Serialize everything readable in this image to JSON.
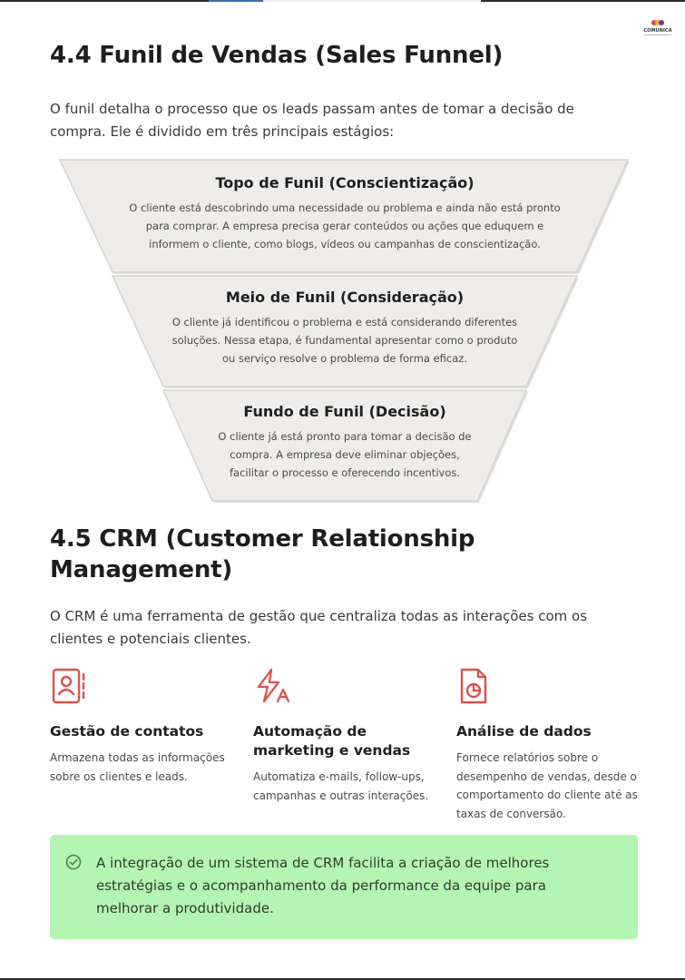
{
  "logo": {
    "text": "COMUNICA"
  },
  "section_44": {
    "title": "4.4 Funil de Vendas (Sales Funnel)",
    "intro": "O funil detalha o processo que os leads passam antes de tomar a decisão de compra. Ele é dividido em três principais estágios:",
    "stages": [
      {
        "title": "Topo de Funil (Conscientização)",
        "lines": [
          "O cliente está descobrindo uma necessidade ou problema e ainda não está pronto",
          "para comprar. A empresa precisa gerar conteúdos ou ações que eduquem e",
          "informem o cliente, como blogs, vídeos ou campanhas de conscientização."
        ]
      },
      {
        "title": "Meio de Funil (Consideração)",
        "lines": [
          "O cliente já identificou o problema e está considerando diferentes",
          "soluções. Nessa etapa, é fundamental apresentar como o produto",
          "ou serviço resolve o problema de forma eficaz."
        ]
      },
      {
        "title": "Fundo de Funil (Decisão)",
        "lines": [
          "O cliente já está pronto para tomar a decisão de",
          "compra. A empresa deve eliminar objeções,",
          "facilitar o processo e oferecendo incentivos."
        ]
      }
    ]
  },
  "section_45": {
    "title_line1": "4.5 CRM (Customer Relationship",
    "title_line2": "Management)",
    "intro": "O CRM é uma ferramenta de gestão que centraliza todas as interações com os clientes e potenciais clientes.",
    "features": [
      {
        "icon": "contact-book-icon",
        "title": "Gestão de contatos",
        "desc": "Armazena todas as informações sobre os clientes e leads."
      },
      {
        "icon": "lightning-automation-icon",
        "title": "Automação de marketing e vendas",
        "desc": "Automatiza e-mails, follow-ups, campanhas e outras interações."
      },
      {
        "icon": "report-chart-icon",
        "title": "Análise de dados",
        "desc": "Fornece relatórios sobre o desempenho de vendas, desde o comportamento do cliente até as taxas de conversão."
      }
    ],
    "callout": "A integração de um sistema de CRM facilita a criação de melhores estratégias e o acompanhamento da performance da equipe para melhorar a produtividade."
  },
  "colors": {
    "accent": "#d9534f",
    "funnel_fill": "#efedeb",
    "funnel_edge": "#c9c6c2",
    "callout_bg": "#b5f5b3",
    "check": "#3a8a3a"
  }
}
